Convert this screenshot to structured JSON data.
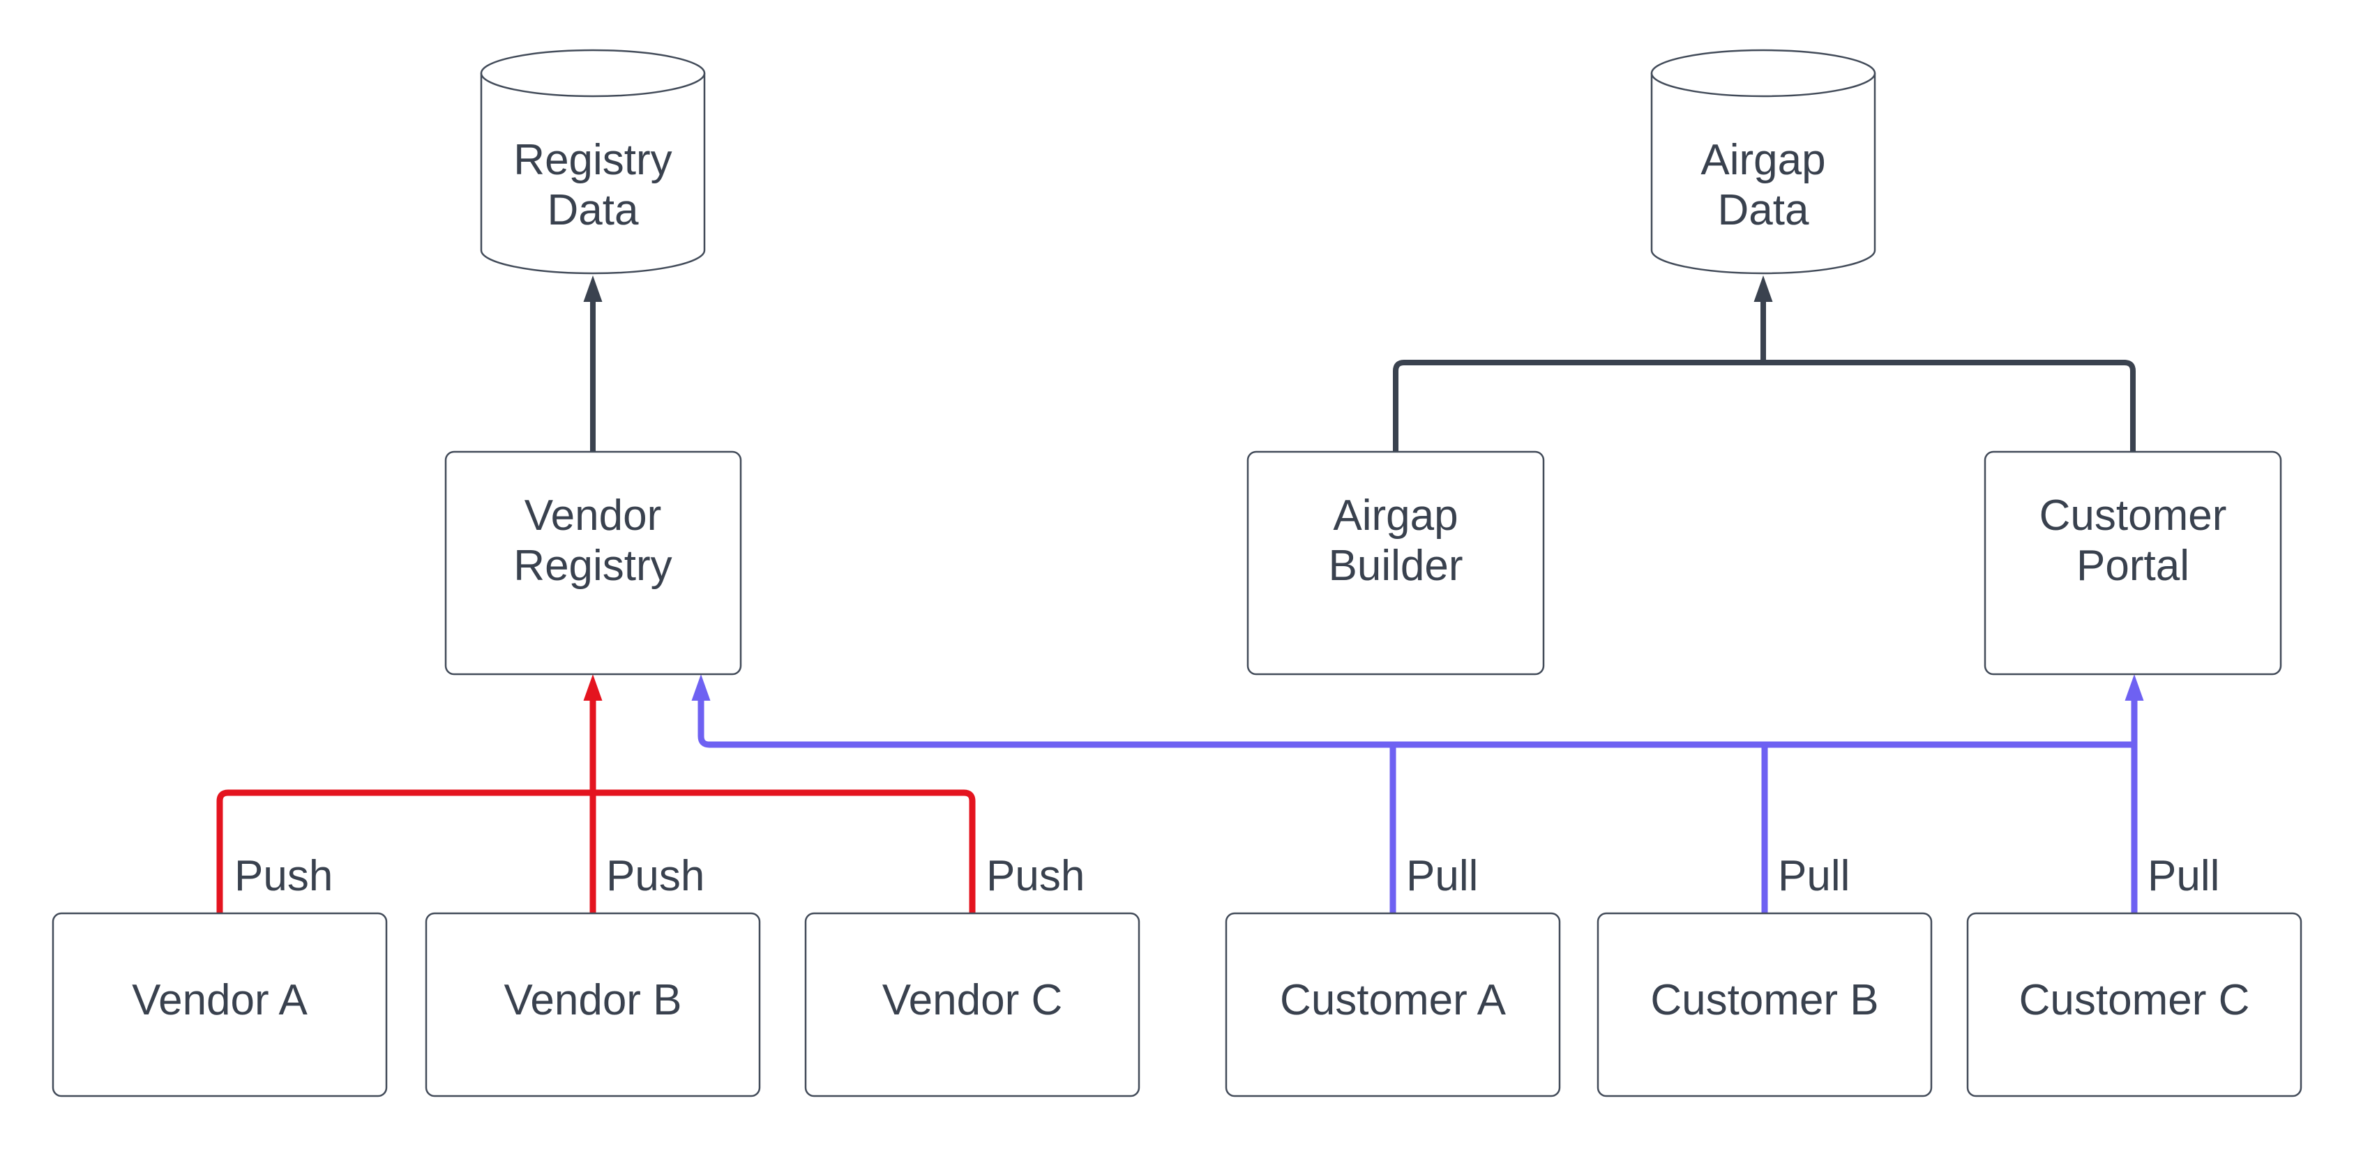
{
  "diagram": {
    "type": "flowchart",
    "background": "#ffffff",
    "colors": {
      "node_fill": "#ffffff",
      "node_border": "#424b59",
      "text": "#39414e",
      "dark_edge": "#3a424f",
      "push_edge": "#e4141f",
      "pull_edge": "#6e61f2"
    },
    "nodes": {
      "registry_data": {
        "shape": "cylinder",
        "lines": [
          "Registry",
          "Data"
        ]
      },
      "airgap_data": {
        "shape": "cylinder",
        "lines": [
          "Airgap",
          "Data"
        ]
      },
      "vendor_registry": {
        "shape": "rounded-rect",
        "lines": [
          "Vendor",
          "Registry"
        ]
      },
      "airgap_builder": {
        "shape": "rounded-rect",
        "lines": [
          "Airgap",
          "Builder"
        ]
      },
      "customer_portal": {
        "shape": "rounded-rect",
        "lines": [
          "Customer",
          "Portal"
        ]
      },
      "vendor_a": {
        "shape": "rounded-rect",
        "lines": [
          "Vendor A"
        ]
      },
      "vendor_b": {
        "shape": "rounded-rect",
        "lines": [
          "Vendor B"
        ]
      },
      "vendor_c": {
        "shape": "rounded-rect",
        "lines": [
          "Vendor C"
        ]
      },
      "customer_a": {
        "shape": "rounded-rect",
        "lines": [
          "Customer A"
        ]
      },
      "customer_b": {
        "shape": "rounded-rect",
        "lines": [
          "Customer B"
        ]
      },
      "customer_c": {
        "shape": "rounded-rect",
        "lines": [
          "Customer C"
        ]
      }
    },
    "edges": [
      {
        "from": "vendor_registry",
        "to": "registry_data",
        "label": "",
        "color": "dark"
      },
      {
        "from": "airgap_builder",
        "to": "airgap_data",
        "label": "",
        "color": "dark"
      },
      {
        "from": "customer_portal",
        "to": "airgap_data",
        "label": "",
        "color": "dark"
      },
      {
        "from": "vendor_a",
        "to": "vendor_registry",
        "label": "Push",
        "color": "push"
      },
      {
        "from": "vendor_b",
        "to": "vendor_registry",
        "label": "Push",
        "color": "push"
      },
      {
        "from": "vendor_c",
        "to": "vendor_registry",
        "label": "Push",
        "color": "push"
      },
      {
        "from": "customer_a",
        "to": "vendor_registry",
        "label": "Pull",
        "color": "pull"
      },
      {
        "from": "customer_b",
        "to": "vendor_registry",
        "label": "Pull",
        "color": "pull"
      },
      {
        "from": "customer_c",
        "to": "customer_portal",
        "label": "Pull",
        "color": "pull"
      }
    ]
  }
}
